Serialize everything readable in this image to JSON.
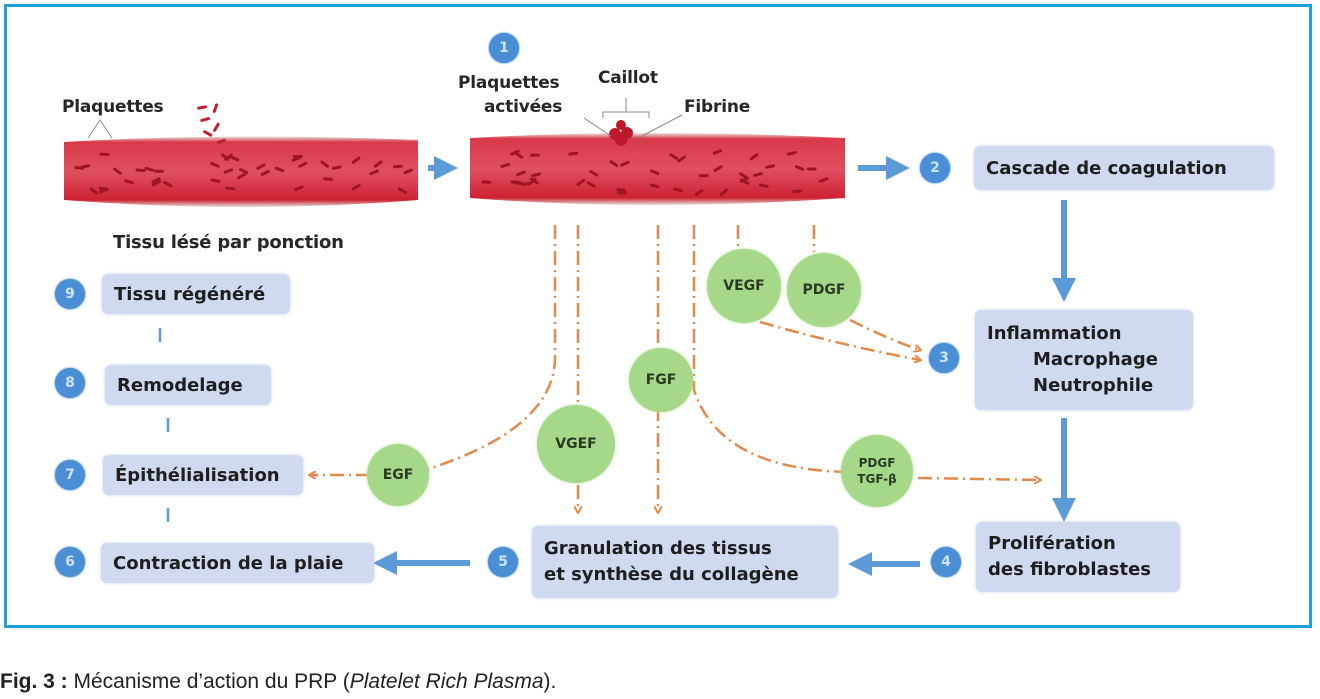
{
  "diagram": {
    "title": "Mécanisme d'action du PRP",
    "labels": {
      "plaquettes": "Plaquettes",
      "tissu_lese": "Tissu lésé par ponction",
      "plaquettes_activees_line1": "Plaquettes",
      "plaquettes_activees_line2": "activées",
      "caillot": "Caillot",
      "fibrine": "Fibrine"
    },
    "steps": [
      {
        "number": "1",
        "label": ""
      },
      {
        "number": "2",
        "label": "Cascade de coagulation"
      },
      {
        "number": "3",
        "lines": [
          "Inflammation",
          "Macrophage",
          "Neutrophile"
        ]
      },
      {
        "number": "4",
        "lines": [
          "Prolifération",
          "des fibroblastes"
        ]
      },
      {
        "number": "5",
        "lines": [
          "Granulation des tissus",
          "et synthèse du collagène"
        ]
      },
      {
        "number": "6",
        "label": "Contraction de la plaie"
      },
      {
        "number": "7",
        "label": "Épithélialisation"
      },
      {
        "number": "8",
        "label": "Remodelage"
      },
      {
        "number": "9",
        "label": "Tissu régénéré"
      }
    ],
    "growth_factors": [
      {
        "id": "vegf",
        "lines": [
          "VEGF"
        ]
      },
      {
        "id": "pdgf",
        "lines": [
          "PDGF"
        ]
      },
      {
        "id": "fgf",
        "lines": [
          "FGF"
        ]
      },
      {
        "id": "vgef",
        "lines": [
          "VGEF"
        ]
      },
      {
        "id": "egf",
        "lines": [
          "EGF"
        ]
      },
      {
        "id": "pdgf-tgf",
        "lines": [
          "PDGF",
          "TGF-β"
        ]
      }
    ],
    "colors": {
      "frame": "#1ea0dc",
      "step_box": "#cfd9f0",
      "step_number": "#4a8fd6",
      "growth_factor": "#a6d88a",
      "dashed_arrow": "#e0894a",
      "tissue": "#d92b3c"
    }
  },
  "caption": {
    "fig_label": "Fig. 3 :",
    "text": " Mécanisme d’action du PRP (",
    "italic": "Platelet Rich Plasma",
    "end": ")."
  }
}
